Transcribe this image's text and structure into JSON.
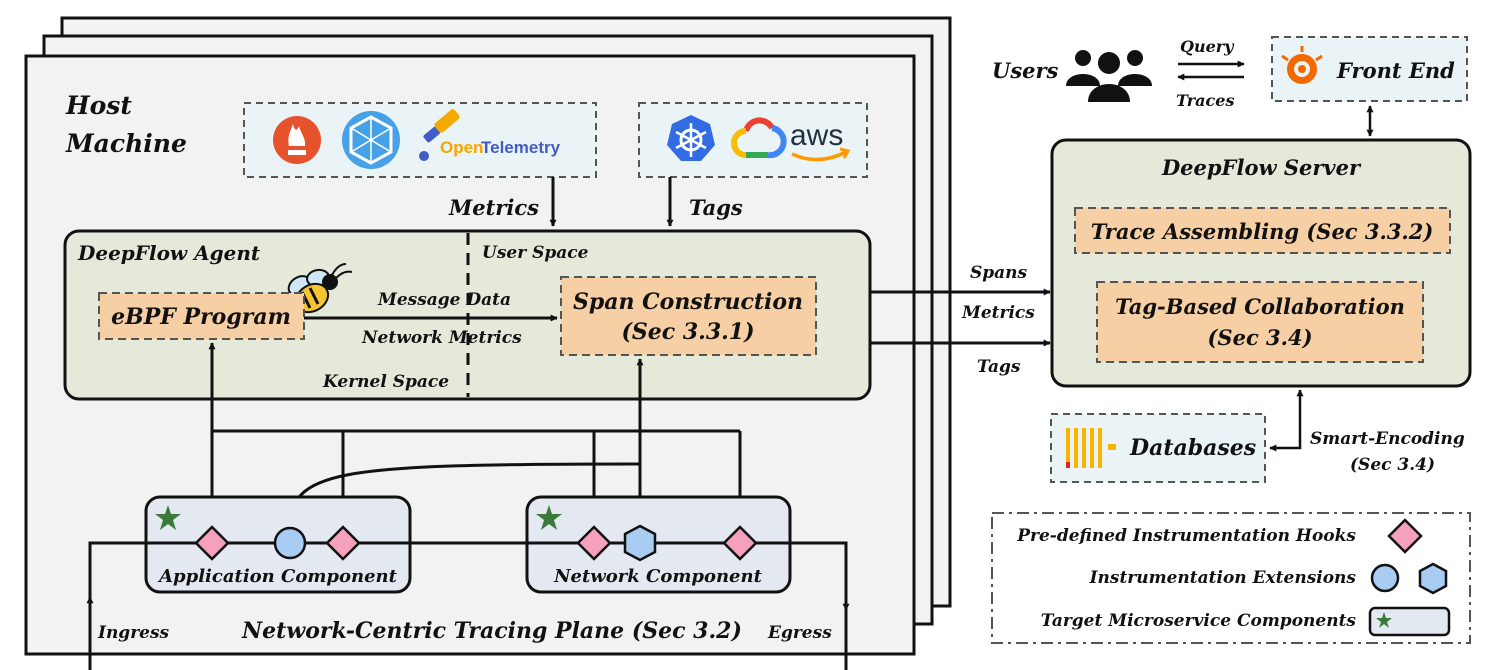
{
  "host": {
    "title_line1": "Host",
    "title_line2": "Machine",
    "plane_label": "Network-Centric Tracing Plane (Sec 3.2)",
    "ingress": "Ingress",
    "egress": "Egress"
  },
  "sources": {
    "metrics_tools": [
      {
        "name": "prometheus-icon"
      },
      {
        "name": "hexagon-tool-icon"
      },
      {
        "name": "opentelemetry-icon",
        "text_a": "Open",
        "text_b": "Telemetry"
      }
    ],
    "tag_tools": [
      {
        "name": "kubernetes-icon"
      },
      {
        "name": "google-cloud-icon"
      },
      {
        "name": "aws-icon",
        "text": "aws"
      }
    ],
    "metrics_label": "Metrics",
    "tags_label": "Tags"
  },
  "agent": {
    "title": "DeepFlow Agent",
    "user_space": "User Space",
    "kernel_space": "Kernel Space",
    "ebpf": "eBPF Program",
    "message_data": "Message Data",
    "network_metrics": "Network Metrics",
    "span_line1": "Span Construction",
    "span_line2": "(Sec 3.3.1)"
  },
  "components": {
    "app": "Application Component",
    "network": "Network Component"
  },
  "links": {
    "spans": "Spans",
    "metrics": "Metrics",
    "tags": "Tags",
    "query": "Query",
    "traces": "Traces",
    "smart_line1": "Smart-Encoding",
    "smart_line2": "(Sec 3.4)"
  },
  "server": {
    "title": "DeepFlow Server",
    "trace": "Trace Assembling (Sec 3.3.2)",
    "tagcol_line1": "Tag-Based Collaboration",
    "tagcol_line2": "(Sec 3.4)"
  },
  "users": "Users",
  "frontend": "Front End",
  "databases": "Databases",
  "legend": {
    "hooks": "Pre-defined Instrumentation Hooks",
    "extensions": "Instrumentation Extensions",
    "targets": "Target Microservice Components"
  },
  "colors": {
    "host_fill": "#f2f2f2",
    "agent_fill": "#e5e9da",
    "orange_box": "#f6d0a4",
    "tool_box": "#eaf3f5",
    "component_fill": "#e4e8f0",
    "hook_pink": "#f5a0bd",
    "extension_blue": "#a9cdf2",
    "star_green": "#3c7a3c"
  }
}
